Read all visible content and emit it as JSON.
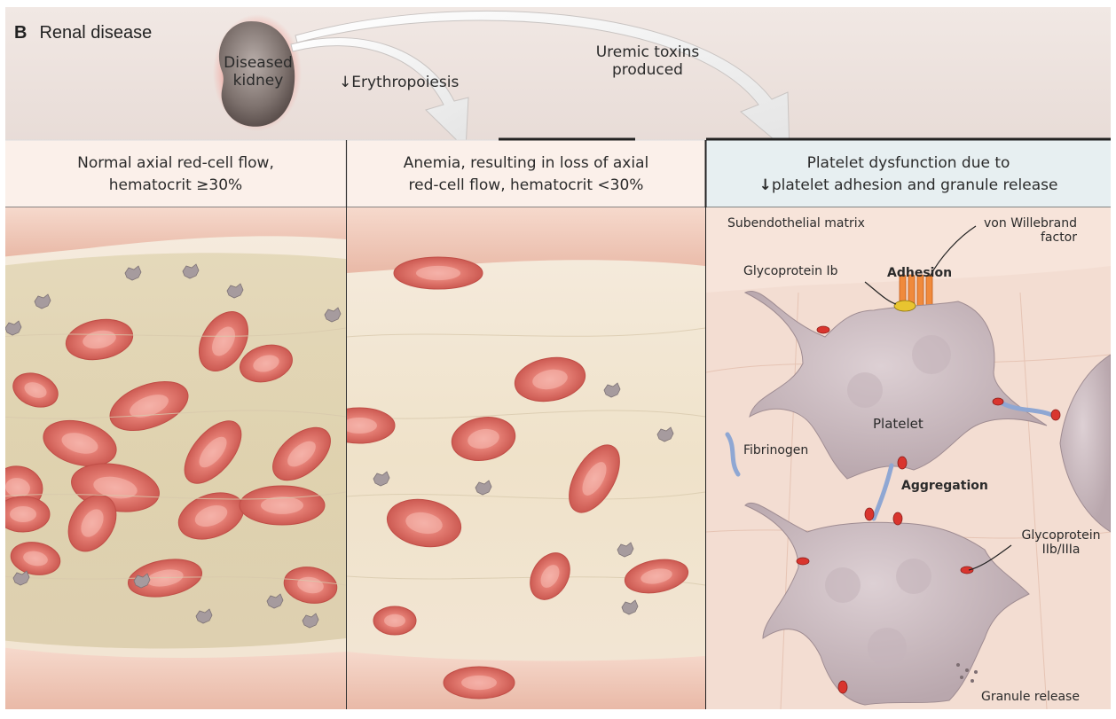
{
  "panel": {
    "letter": "B",
    "title": "Renal disease"
  },
  "top": {
    "kidney_label": [
      "Diseased",
      "kidney"
    ],
    "erythropoiesis": "Erythropoiesis",
    "erythropoiesis_arrow": "↓",
    "uremic": [
      "Uremic toxins",
      "produced"
    ]
  },
  "headers": {
    "col1": [
      "Normal axial red-cell flow,",
      "hematocrit ≥30%"
    ],
    "col2": [
      "Anemia, resulting in loss of axial",
      "red-cell flow, hematocrit <30%"
    ],
    "col3": [
      "Platelet dysfunction due to",
      "platelet adhesion and granule release"
    ],
    "col3_arrow": "↓"
  },
  "labels": {
    "subendothelial": "Subendothelial matrix",
    "vwf": [
      "von Willebrand",
      "factor"
    ],
    "gp1b": "Glycoprotein Ib",
    "adhesion": "Adhesion",
    "platelet": "Platelet",
    "fibrinogen": "Fibrinogen",
    "aggregation": "Aggregation",
    "gp2b3a": [
      "Glycoprotein",
      "IIb/IIIa"
    ],
    "granule": "Granule release"
  },
  "colors": {
    "top_band": "#eee3df",
    "header_bg": "#fbf0ea",
    "header_bg_right": "#e6eef0",
    "vessel_wall": "#f0c9b8",
    "plasma": "#efe3c9",
    "rbc": "#e27a70",
    "platelet": "#c9b8bd",
    "gp": "#d9352e"
  }
}
